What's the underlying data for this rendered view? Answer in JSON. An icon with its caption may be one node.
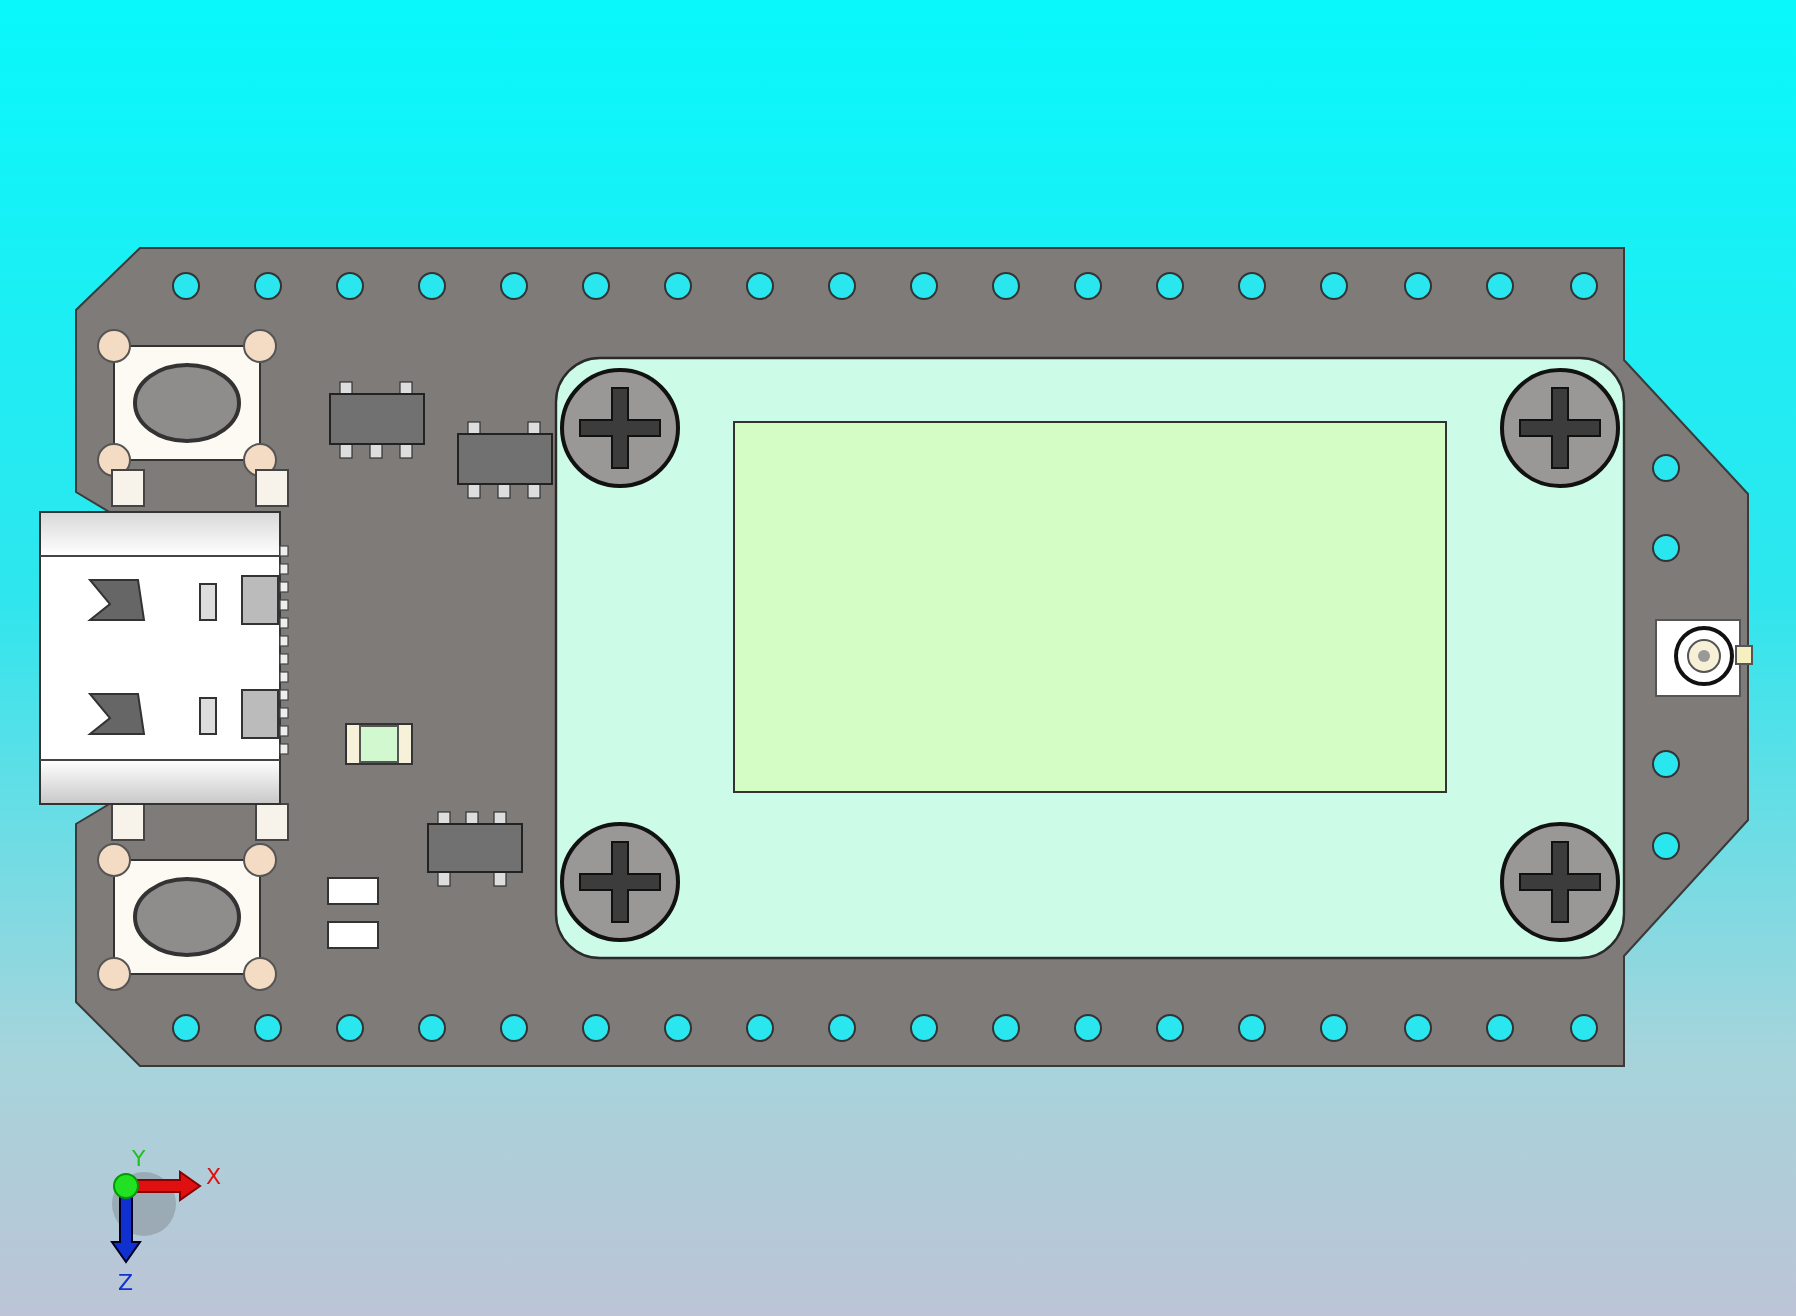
{
  "diagram": {
    "labels": [
      "Y",
      "X",
      "Z"
    ]
  }
}
